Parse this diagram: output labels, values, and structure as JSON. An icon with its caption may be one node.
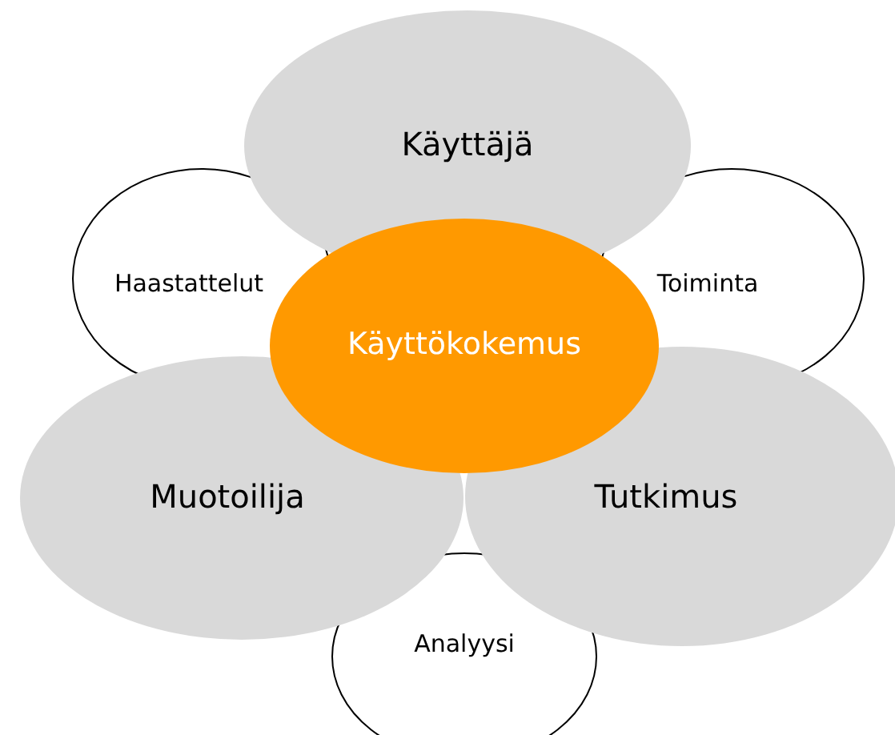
{
  "diagram": {
    "nodes": [
      {
        "text": [
          "Käyttäjä"
        ]
      },
      {
        "text": [
          "Haastattelut"
        ]
      },
      {
        "text": [
          "Käyttökokemus"
        ]
      },
      {
        "text": [
          "Toiminta"
        ]
      },
      {
        "text": [
          "Muotoilija"
        ]
      },
      {
        "text": [
          "Tutkimus"
        ]
      },
      {
        "text": [
          "Analyysi"
        ]
      }
    ]
  }
}
